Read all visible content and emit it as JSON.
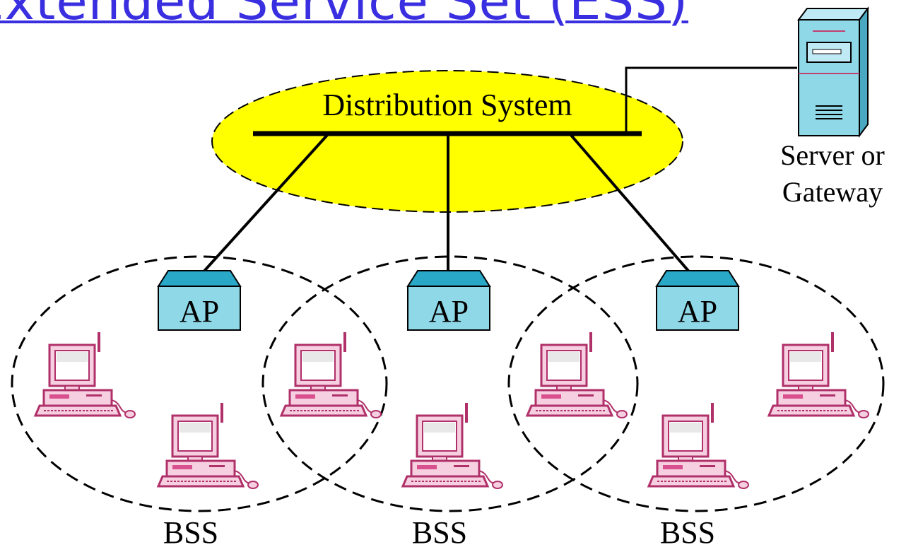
{
  "title": "Extended Service Set (ESS)",
  "distribution_system_label": "Distribution System",
  "server_label_line1": "Server or",
  "server_label_line2": "Gateway",
  "ap_label": "AP",
  "bss_label": "BSS",
  "colors": {
    "title": "#3a2fe0",
    "ellipse_fill": "#ffff00",
    "ap_fill": "#8fd8e8",
    "ap_top": "#2aa8c8",
    "computer_outline": "#b0306a",
    "computer_fill": "#f4c6dc"
  }
}
